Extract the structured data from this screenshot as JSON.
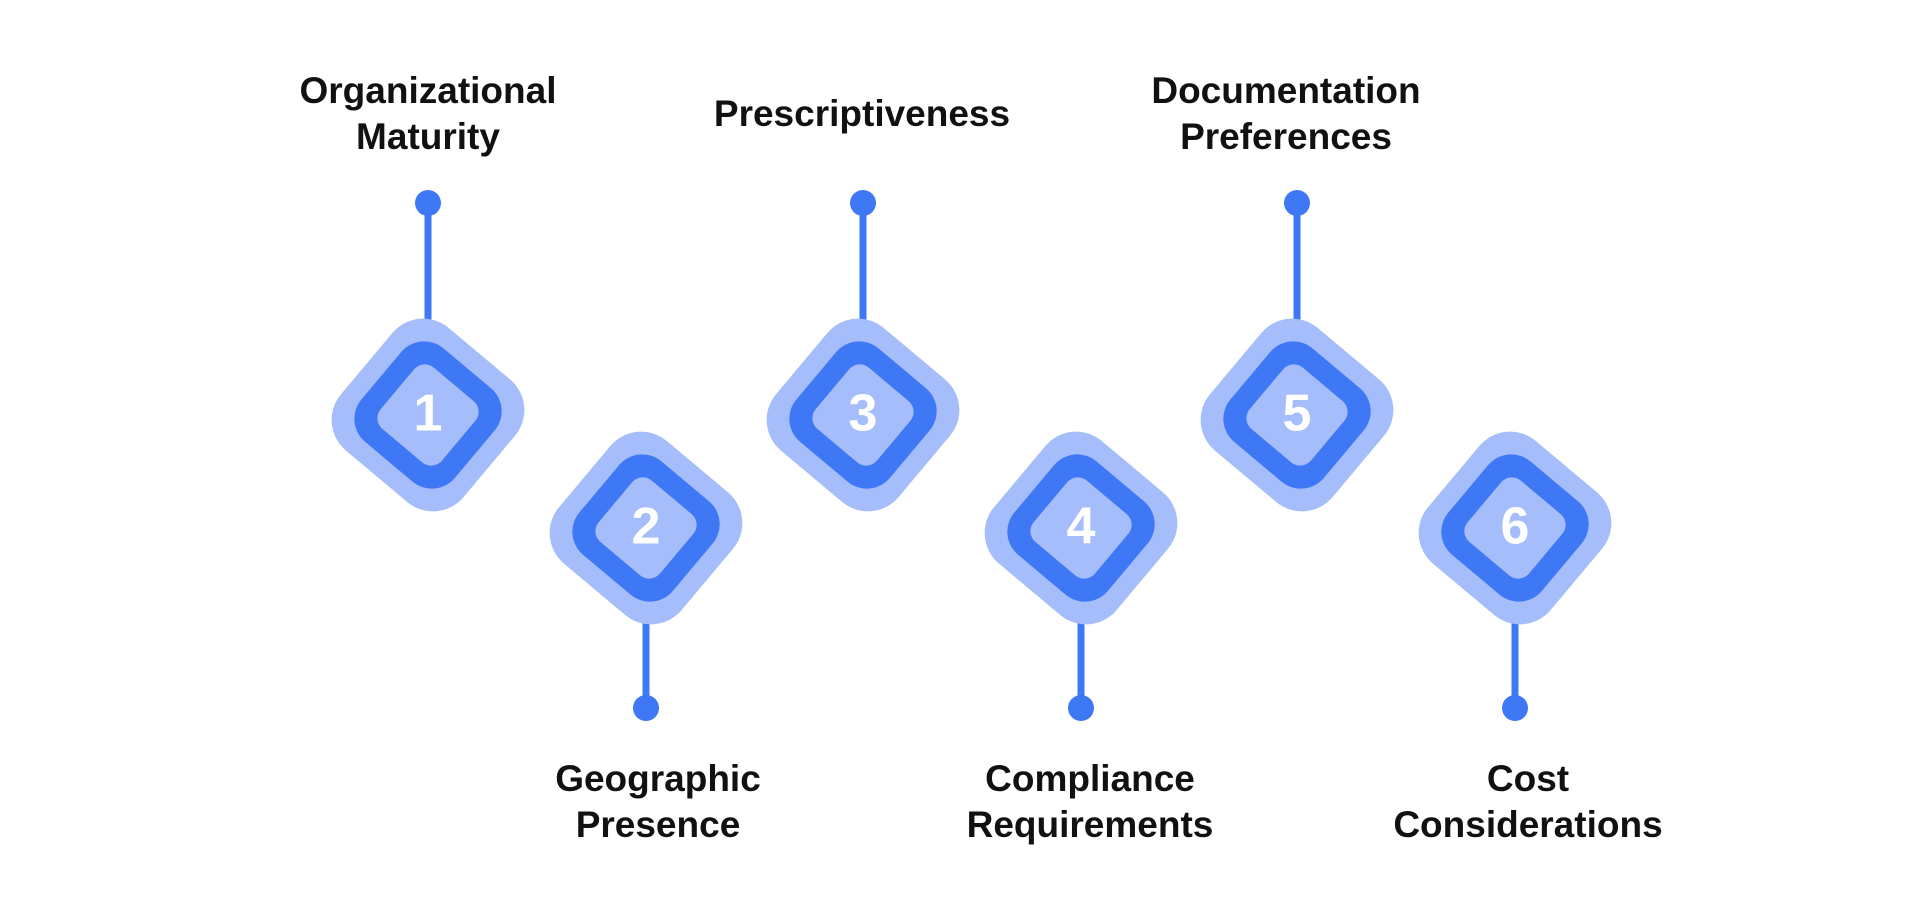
{
  "colors": {
    "outer": "#a6bdfb",
    "ring": "#3f78f5",
    "inner": "#a6bdfb",
    "connector": "#3f78f5",
    "number": "#ffffff",
    "label": "#111111"
  },
  "steps": [
    {
      "number": "1",
      "label_lines": [
        "Organizational",
        "Maturity"
      ],
      "position": "top"
    },
    {
      "number": "2",
      "label_lines": [
        "Geographic",
        "Presence"
      ],
      "position": "bottom"
    },
    {
      "number": "3",
      "label_lines": [
        "Prescriptiveness"
      ],
      "position": "top"
    },
    {
      "number": "4",
      "label_lines": [
        "Compliance",
        "Requirements"
      ],
      "position": "bottom"
    },
    {
      "number": "5",
      "label_lines": [
        "Documentation",
        "Preferences"
      ],
      "position": "top"
    },
    {
      "number": "6",
      "label_lines": [
        "Cost",
        "Considerations"
      ],
      "position": "bottom"
    }
  ]
}
